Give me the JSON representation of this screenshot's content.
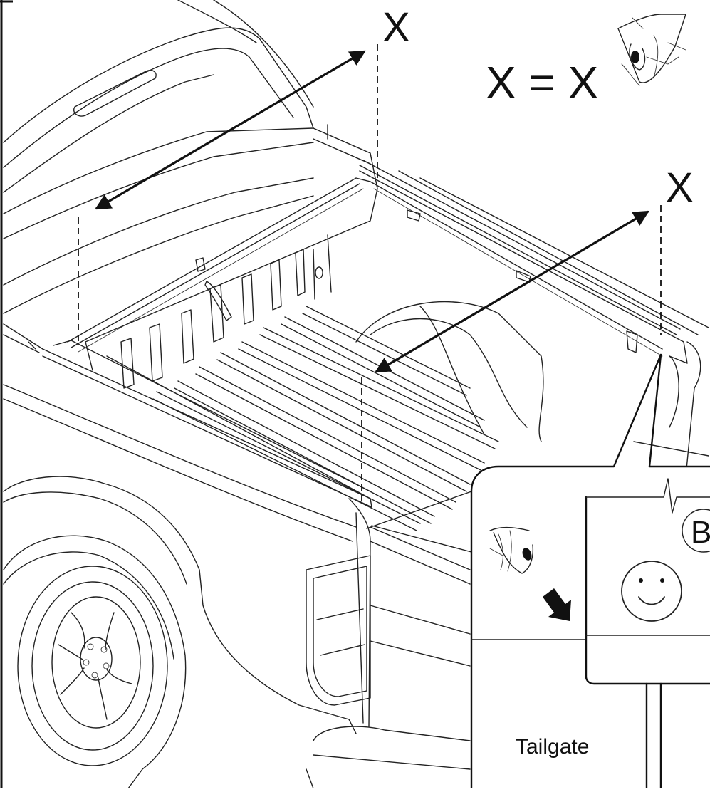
{
  "labels": {
    "x_top": "X",
    "x_right": "X",
    "equation": "X = X",
    "inset_letter": "B",
    "tailgate": "Tailgate"
  },
  "icons": {
    "top_eye": "eye-icon",
    "inset_eye": "eye-icon",
    "inset_arrow": "pointer-arrow-icon",
    "inset_face": "smiley-face-icon"
  },
  "colors": {
    "ink": "#111111",
    "paper": "#ffffff"
  }
}
